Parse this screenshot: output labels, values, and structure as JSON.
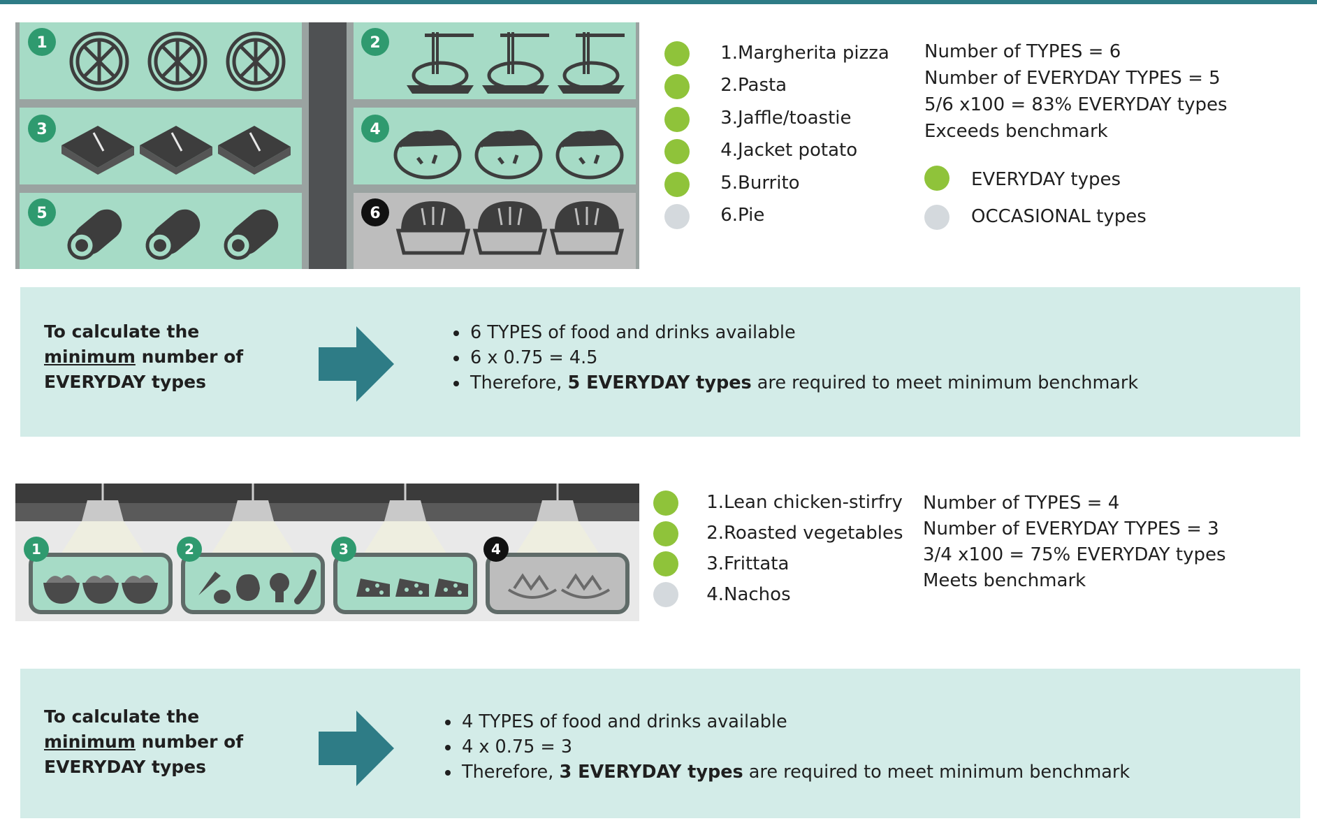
{
  "colors": {
    "accent": "#2e7c86",
    "everyday": "#8fc33a",
    "occasional": "#d4d9dd",
    "panel": "#d3ece8",
    "tile": "#a6dbc6",
    "tile_occ": "#bdbdbd"
  },
  "scenario1": {
    "items": [
      {
        "num": "1.",
        "name": "Margherita pizza",
        "type": "everyday",
        "icon": "pizza-icon"
      },
      {
        "num": "2.",
        "name": "Pasta",
        "type": "everyday",
        "icon": "pasta-icon"
      },
      {
        "num": "3.",
        "name": "Jaffle/toastie",
        "type": "everyday",
        "icon": "sandwich-icon"
      },
      {
        "num": "4.",
        "name": "Jacket potato",
        "type": "everyday",
        "icon": "potato-icon"
      },
      {
        "num": "5.",
        "name": "Burrito",
        "type": "everyday",
        "icon": "burrito-icon"
      },
      {
        "num": "6.",
        "name": "Pie",
        "type": "occasional",
        "icon": "pie-icon"
      }
    ],
    "tile_numbers": [
      "1",
      "2",
      "3",
      "4",
      "5",
      "6"
    ],
    "stats": [
      "Number of TYPES = 6",
      "Number of EVERYDAY TYPES = 5",
      "5/6 x100 = 83% EVERYDAY types",
      "Exceeds benchmark"
    ],
    "legend": {
      "everyday": "EVERYDAY types",
      "occasional": "OCCASIONAL types"
    }
  },
  "calc1": {
    "label_pre": "To calculate the ",
    "label_u": "minimum",
    "label_post": " number of EVERYDAY types",
    "b1": "6 TYPES of food and drinks available",
    "b2": "6 x 0.75 = 4.5",
    "b3_pre": "Therefore, ",
    "b3_bold": "5 EVERYDAY types",
    "b3_post": " are required to meet minimum benchmark"
  },
  "scenario2": {
    "items": [
      {
        "num": "1.",
        "name": "Lean chicken-stirfry",
        "type": "everyday",
        "icon": "stirfry-icon"
      },
      {
        "num": "2.",
        "name": "Roasted vegetables",
        "type": "everyday",
        "icon": "vegetables-icon"
      },
      {
        "num": "3.",
        "name": "Frittata",
        "type": "everyday",
        "icon": "frittata-icon"
      },
      {
        "num": "4.",
        "name": "Nachos",
        "type": "occasional",
        "icon": "nachos-icon"
      }
    ],
    "tile_numbers": [
      "1",
      "2",
      "3",
      "4"
    ],
    "stats": [
      "Number of TYPES = 4",
      "Number of EVERYDAY TYPES = 3",
      "3/4 x100 = 75% EVERYDAY types",
      "Meets benchmark"
    ]
  },
  "calc2": {
    "label_pre": "To calculate the ",
    "label_u": "minimum",
    "label_post": " number of EVERYDAY types",
    "b1": "4 TYPES of food and drinks available",
    "b2": "4 x 0.75 = 3",
    "b3_pre": "Therefore, ",
    "b3_bold": "3 EVERYDAY types",
    "b3_post": " are required to meet minimum benchmark"
  }
}
